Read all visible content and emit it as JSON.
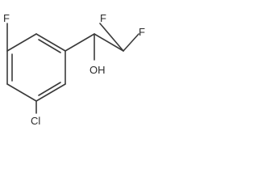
{
  "molecule": {
    "atoms": {
      "fluorine_ring": "F",
      "fluorine_top_left": "F",
      "fluorine_top_right": "F",
      "hydroxyl": "OH",
      "chlorine": "Cl"
    }
  },
  "colors": {
    "bond": "#3a3a3a",
    "label": "#2b2b2b",
    "background": "#ffffff"
  }
}
